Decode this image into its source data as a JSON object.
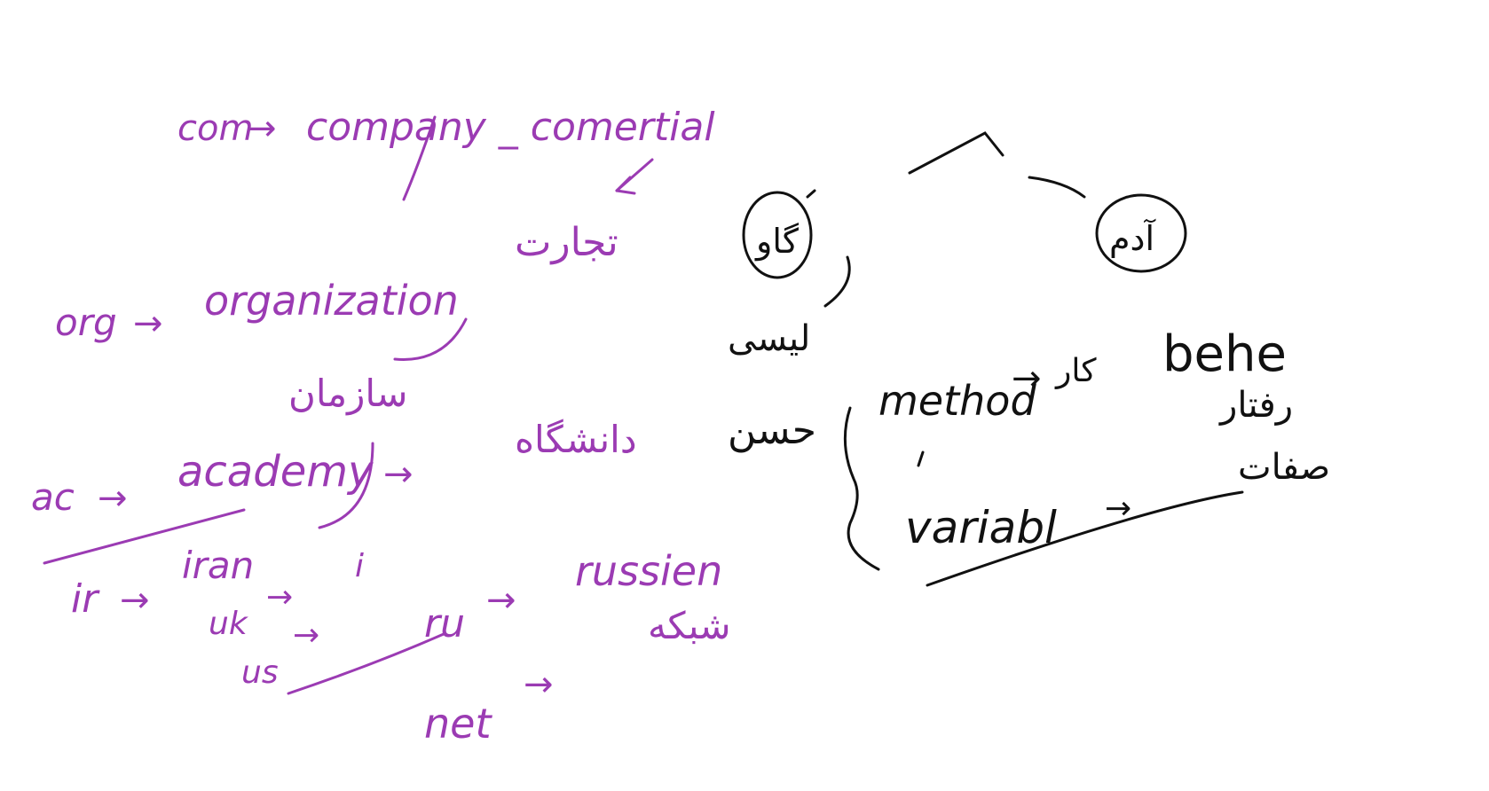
{
  "colors": {
    "background": "#ffffff",
    "purple_ink": "#9b3bb3",
    "black_ink": "#111111"
  },
  "purple_notes": {
    "com_line": {
      "abbr": "com",
      "arrow": "→",
      "text": "company _ comertial"
    },
    "tejarat": "تجارت",
    "org_line": {
      "abbr": "org",
      "arrow": "→",
      "text": "organization"
    },
    "sazman": "سازمان",
    "ac_line": {
      "abbr": "ac",
      "arrow": "→",
      "text": "academy",
      "translation": "دانشگاه"
    },
    "ir_line": {
      "abbr": "ir",
      "arrow": "→",
      "text": "iran"
    },
    "uk_line": {
      "abbr": "uk",
      "arrow": "→"
    },
    "us_line": {
      "abbr": "us",
      "arrow": "→"
    },
    "ru_line": {
      "abbr": "ru",
      "arrow": "→",
      "text": "russien"
    },
    "shabake": "شبکه",
    "net_line": {
      "abbr": "net",
      "arrow": "→"
    }
  },
  "black_notes": {
    "left_circle": "گاو",
    "right_circle": "آدم",
    "left_list_1": "لیسی",
    "left_list_2": "حسن",
    "method_line": {
      "text": "method",
      "arrow": "→",
      "fa": "کار",
      "en": "behe"
    },
    "raftar": "رفتار",
    "variable_line": {
      "text": "variabl",
      "arrow": "→",
      "fa": "صفات"
    }
  }
}
